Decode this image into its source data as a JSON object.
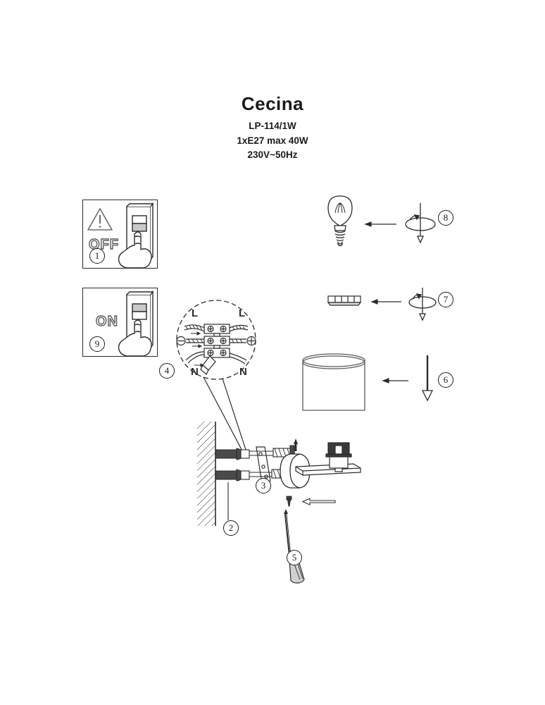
{
  "document": {
    "type": "installation-diagram",
    "product_title": "Cecina",
    "model_code": "LP-114/1W",
    "lamp_spec": "1xE27 max 40W",
    "voltage_spec": "230V~50Hz"
  },
  "steps": [
    {
      "number": "1",
      "label": "OFF",
      "description": "Switch mains power off"
    },
    {
      "number": "2",
      "label": "",
      "description": "Insert wall anchors"
    },
    {
      "number": "3",
      "label": "",
      "description": "Fix mounting bracket with screws"
    },
    {
      "number": "4",
      "label": "",
      "description": "Wire terminal block connections"
    },
    {
      "number": "5",
      "label": "",
      "description": "Tighten screw with screwdriver"
    },
    {
      "number": "6",
      "label": "",
      "description": "Slide shade on"
    },
    {
      "number": "7",
      "label": "",
      "description": "Screw on retaining ring"
    },
    {
      "number": "8",
      "label": "",
      "description": "Screw in bulb"
    },
    {
      "number": "9",
      "label": "ON",
      "description": "Switch mains power on"
    }
  ],
  "switch_panels": [
    {
      "state_label": "OFF",
      "step": "1",
      "has_warning": true
    },
    {
      "state_label": "ON",
      "step": "9",
      "has_warning": false
    }
  ],
  "wiring_detail": {
    "step": "4",
    "terminal_labels_top": [
      "L",
      "L"
    ],
    "terminal_labels_bottom": [
      "N",
      "N"
    ],
    "terminal_rows": 3,
    "screws_per_row": 2,
    "symbol_left": "⊖",
    "symbol_right": "⊕"
  },
  "parts": {
    "bulb": {
      "step": "8",
      "name": "E27 bulb",
      "action": "rotate"
    },
    "ring": {
      "step": "7",
      "name": "retaining ring",
      "action": "rotate"
    },
    "shade": {
      "step": "6",
      "name": "cylindrical shade",
      "action": "push"
    },
    "anchors": {
      "step": "2",
      "name": "wall anchors",
      "count": 2
    },
    "bracket_screws": {
      "step": "3",
      "name": "mounting screws",
      "count": 2
    },
    "screwdriver": {
      "step": "5",
      "name": "screwdriver"
    }
  },
  "icons": {
    "warning": "warning-triangle-icon",
    "rotate": "rotate-arrow-icon",
    "arrow_left": "arrow-left-icon",
    "arrow_down": "arrow-down-icon"
  }
}
